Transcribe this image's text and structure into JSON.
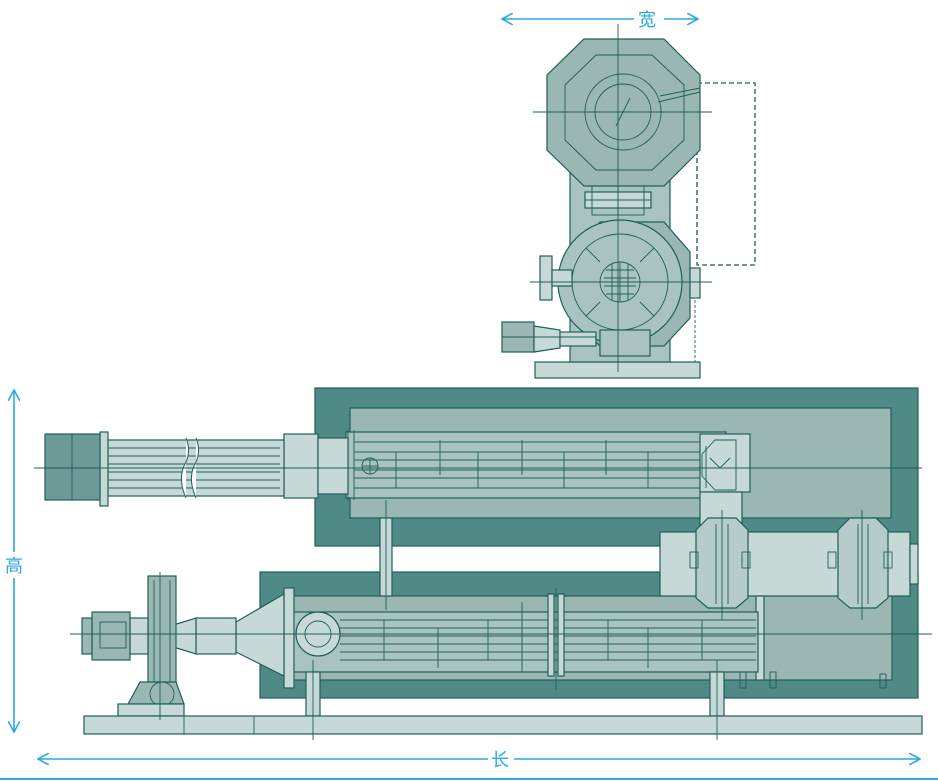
{
  "dimensions": {
    "width_label": "宽",
    "height_label": "高",
    "length_label": "长"
  },
  "colors": {
    "dimension": "#29a9e0",
    "outline": "#1e5f5a",
    "housing_dark": "#4f8a86",
    "housing_light": "#9ab7b4",
    "component_light": "#c7d9d7",
    "component_mid": "#a9c3c0"
  }
}
